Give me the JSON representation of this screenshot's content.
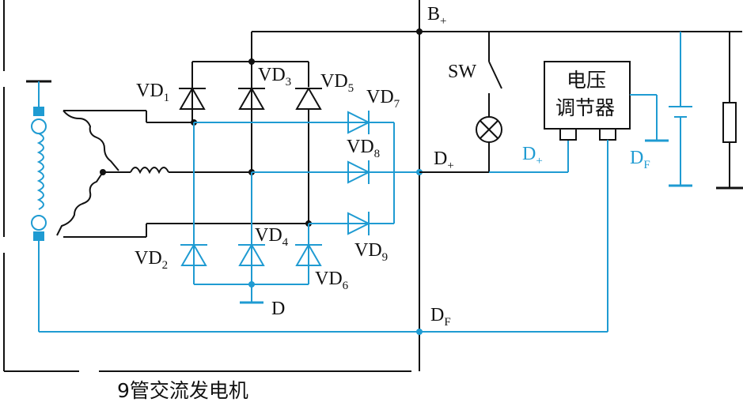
{
  "diagram": {
    "terminals": {
      "b_plus": {
        "base": "B",
        "sub": "+"
      },
      "d_plus": {
        "base": "D",
        "sub": "+"
      },
      "d_f": {
        "base": "D",
        "sub": "F"
      },
      "d": "D"
    },
    "switch_label": "SW",
    "diodes": [
      {
        "base": "VD",
        "sub": "1"
      },
      {
        "base": "VD",
        "sub": "2"
      },
      {
        "base": "VD",
        "sub": "3"
      },
      {
        "base": "VD",
        "sub": "4"
      },
      {
        "base": "VD",
        "sub": "5"
      },
      {
        "base": "VD",
        "sub": "6"
      },
      {
        "base": "VD",
        "sub": "7"
      },
      {
        "base": "VD",
        "sub": "8"
      },
      {
        "base": "VD",
        "sub": "9"
      }
    ],
    "regulator": {
      "line1": "电压",
      "line2": "调节器",
      "pin_d_plus": {
        "base": "D",
        "sub": "+"
      },
      "pin_d_f": {
        "base": "D",
        "sub": "F"
      }
    },
    "caption": "9管交流发电机",
    "colors": {
      "black_wire": "#111111",
      "blue_wire": "#1f9bd2"
    }
  }
}
